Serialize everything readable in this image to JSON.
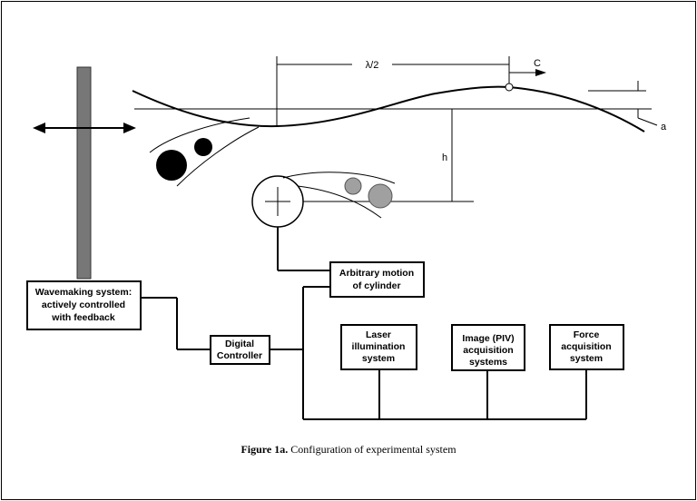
{
  "labels": {
    "wavelength": "λ/2",
    "celerity": "C",
    "amplitude": "a",
    "depth": "h"
  },
  "boxes": {
    "wavemaker": [
      "Wavemaking system:",
      "actively controlled",
      "with feedback"
    ],
    "controller": [
      "Digital",
      "Controller"
    ],
    "motion": [
      "Arbitrary motion",
      "of cylinder"
    ],
    "laser": [
      "Laser",
      "illumination",
      "system"
    ],
    "piv": [
      "Image (PIV)",
      "acquisition",
      "systems"
    ],
    "force": [
      "Force",
      "acquisition",
      "system"
    ]
  },
  "caption": {
    "bold": "Figure 1a.",
    "text": " Configuration of experimental system"
  }
}
